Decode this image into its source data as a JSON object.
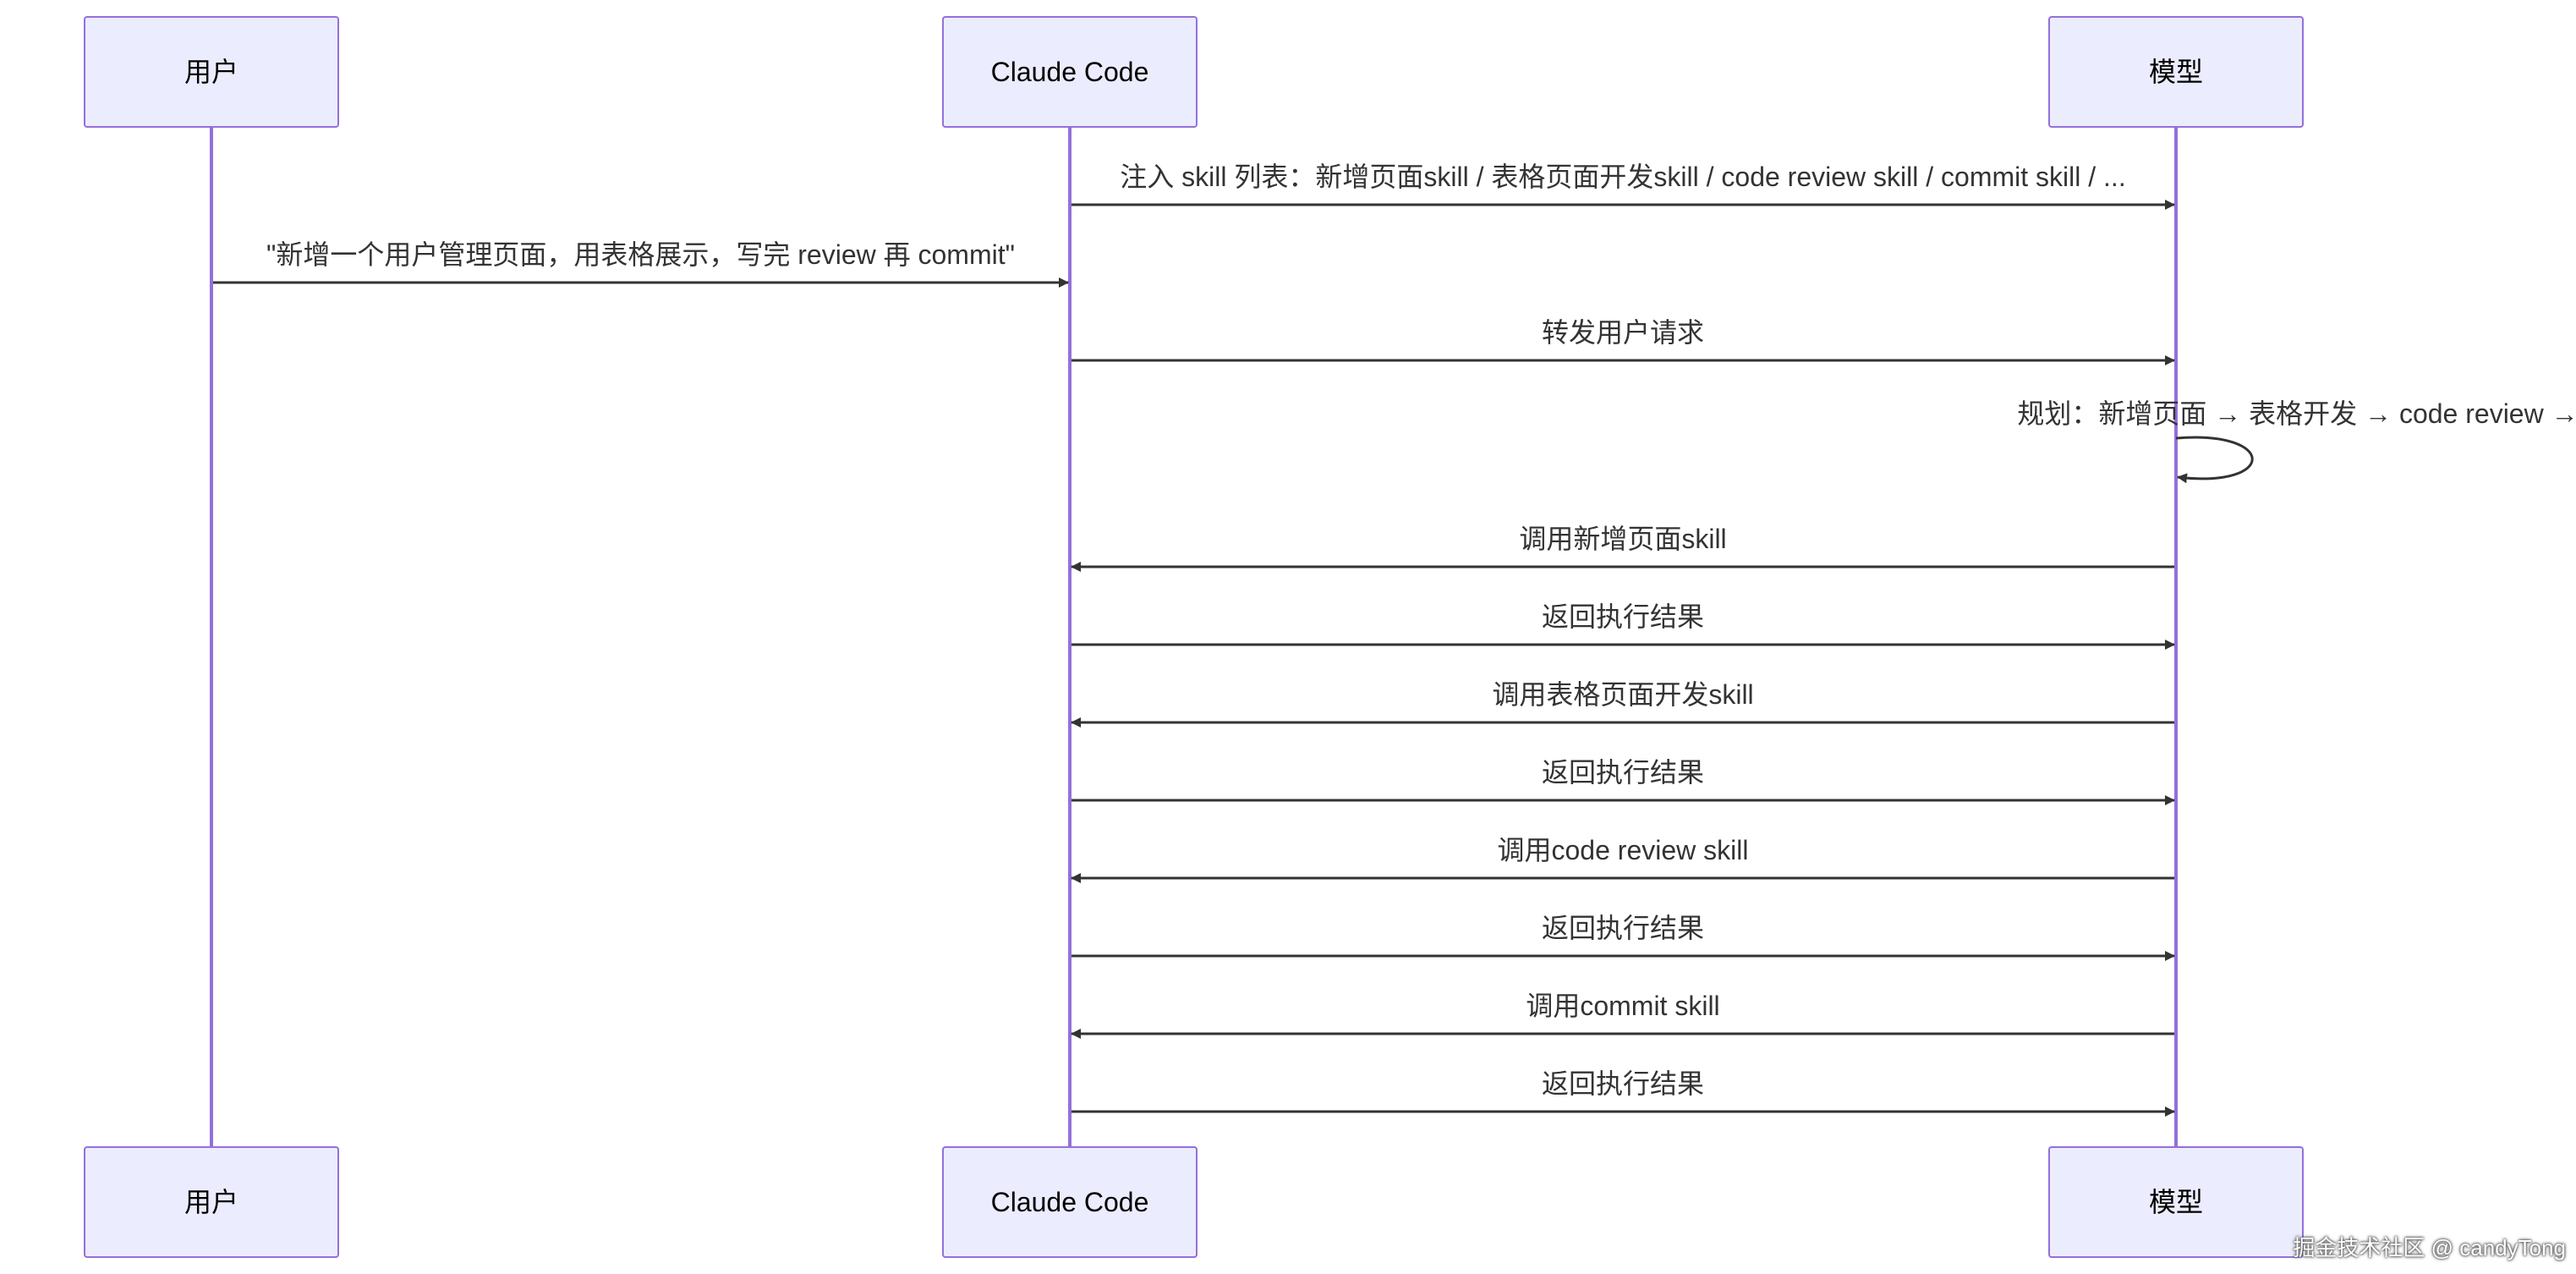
{
  "participants": [
    {
      "id": "user",
      "label": "用户"
    },
    {
      "id": "cc",
      "label": "Claude Code"
    },
    {
      "id": "model",
      "label": "模型"
    }
  ],
  "messages": [
    {
      "from": "cc",
      "to": "model",
      "label": "注入 skill 列表：新增页面skill / 表格页面开发skill / code review skill / commit skill / ..."
    },
    {
      "from": "user",
      "to": "cc",
      "label": "\"新增一个用户管理页面，用表格展示，写完 review 再 commit\""
    },
    {
      "from": "cc",
      "to": "model",
      "label": "转发用户请求"
    },
    {
      "from": "model",
      "to": "model",
      "label": "规划：新增页面 → 表格开发 → code review → commit"
    },
    {
      "from": "model",
      "to": "cc",
      "label": "调用新增页面skill"
    },
    {
      "from": "cc",
      "to": "model",
      "label": "返回执行结果"
    },
    {
      "from": "model",
      "to": "cc",
      "label": "调用表格页面开发skill"
    },
    {
      "from": "cc",
      "to": "model",
      "label": "返回执行结果"
    },
    {
      "from": "model",
      "to": "cc",
      "label": "调用code review skill"
    },
    {
      "from": "cc",
      "to": "model",
      "label": "返回执行结果"
    },
    {
      "from": "model",
      "to": "cc",
      "label": "调用commit skill"
    },
    {
      "from": "cc",
      "to": "model",
      "label": "返回执行结果"
    }
  ],
  "watermark": "掘金技术社区 @ candyTong"
}
